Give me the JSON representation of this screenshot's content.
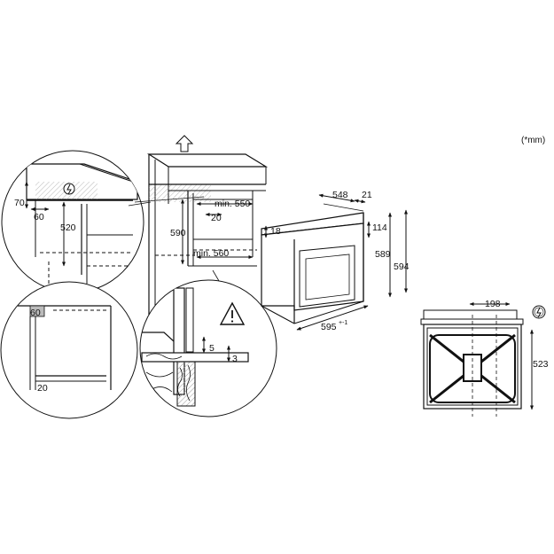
{
  "unit_note": "(*mm)",
  "detail_top_left": {
    "d70": "70",
    "d60": "60",
    "d520": "520"
  },
  "cabinet": {
    "min550": "min. 550",
    "d20": "20",
    "d590": "590",
    "min560": "min. 560"
  },
  "detail_bottom_left": {
    "d60": "60",
    "d20": "20"
  },
  "detail_circle": {
    "d5": "5",
    "d3": "3"
  },
  "oven": {
    "d548": "548",
    "d21": "21",
    "d18": "18",
    "d114": "114",
    "d589": "589",
    "d594": "594",
    "d595": "595",
    "d595_sup": "+-1"
  },
  "hob": {
    "d198": "198",
    "d523": "523"
  },
  "icons": [
    "up-arrow-icon",
    "power-plug-icon",
    "warning-icon"
  ]
}
